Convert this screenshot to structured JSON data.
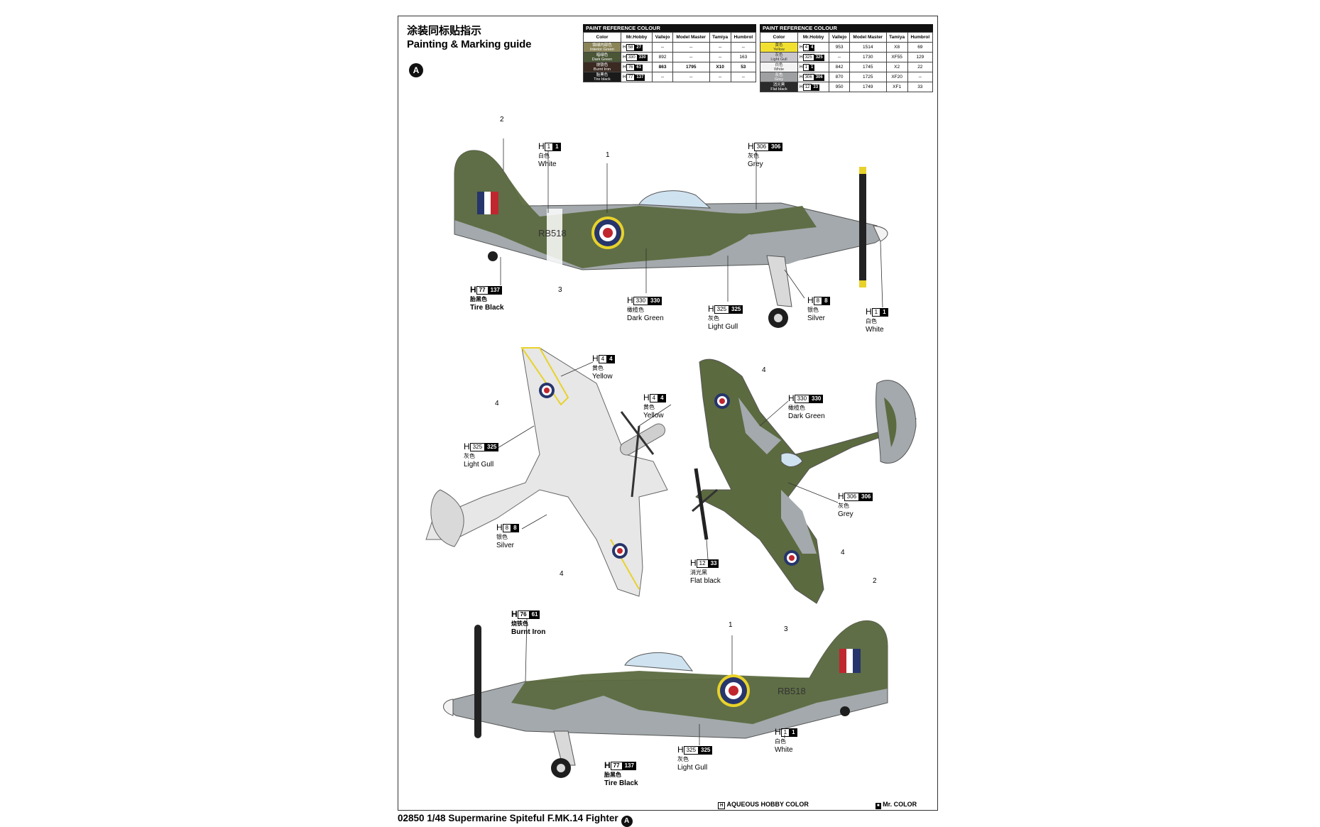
{
  "header": {
    "title_cn": "涂装同标贴指示",
    "title_en": "Painting & Marking guide",
    "scheme_badge": "A"
  },
  "paint_tables": [
    {
      "caption": "PAINT REFERENCE COLOUR",
      "columns": [
        "Color",
        "Mr.Hobby",
        "Vallejo",
        "Model Master",
        "Tamiya",
        "Humbrol"
      ],
      "rows": [
        {
          "swatch": "#8a8458",
          "cn": "铬绿内部色",
          "en": "Interior Green",
          "h1": "58",
          "h2": "27",
          "vallejo": "--",
          "mm": "--",
          "tamiya": "--",
          "humbrol": "--"
        },
        {
          "swatch": "#4a5636",
          "cn": "暗绿色",
          "en": "Dark Green",
          "h1": "330",
          "h2": "330",
          "vallejo": "892",
          "mm": "--",
          "tamiya": "--",
          "humbrol": "163"
        },
        {
          "swatch": "#3b2a22",
          "cn": "烧铁色",
          "en": "Burnt Iron",
          "h1": "76",
          "h2": "61",
          "vallejo": "863",
          "mm": "1795",
          "tamiya": "X10",
          "humbrol": "53"
        },
        {
          "swatch": "#1a1a1a",
          "cn": "胎黑色",
          "en": "Tire black",
          "h1": "77",
          "h2": "137",
          "vallejo": "--",
          "mm": "--",
          "tamiya": "--",
          "humbrol": "--"
        }
      ]
    },
    {
      "caption": "PAINT REFERENCE COLOUR",
      "columns": [
        "Color",
        "Mr.Hobby",
        "Vallejo",
        "Model Master",
        "Tamiya",
        "Humbrol"
      ],
      "rows": [
        {
          "swatch": "#f2e030",
          "cn": "黄色",
          "en": "Yellow",
          "h1": "4",
          "h2": "4",
          "vallejo": "953",
          "mm": "1514",
          "tamiya": "X8",
          "humbrol": "69"
        },
        {
          "swatch": "#c9c7cc",
          "cn": "灰色",
          "en": "Light Gull",
          "h1": "325",
          "h2": "325",
          "vallejo": "--",
          "mm": "1730",
          "tamiya": "XF55",
          "humbrol": "129"
        },
        {
          "swatch": "#f4f4f4",
          "cn": "白色",
          "en": "White",
          "h1": "1",
          "h2": "1",
          "vallejo": "842",
          "mm": "1745",
          "tamiya": "X2",
          "humbrol": "22"
        },
        {
          "swatch": "#9ea0a2",
          "cn": "灰色",
          "en": "Grey",
          "h1": "306",
          "h2": "306",
          "vallejo": "870",
          "mm": "1725",
          "tamiya": "XF20",
          "humbrol": "--"
        },
        {
          "swatch": "#2a2a2a",
          "cn": "消光黑",
          "en": "Flat black",
          "h1": "12",
          "h2": "33",
          "vallejo": "950",
          "mm": "1749",
          "tamiya": "XF1",
          "humbrol": "33"
        }
      ]
    }
  ],
  "callouts": {
    "c1": {
      "h1": "1",
      "h2": "1",
      "cn": "白色",
      "en": "White"
    },
    "c2": {
      "h1": "306",
      "h2": "306",
      "cn": "灰色",
      "en": "Grey"
    },
    "c3": {
      "h1": "77",
      "h2": "137",
      "cn": "胎黑色",
      "en": "Tire Black"
    },
    "c4": {
      "h1": "330",
      "h2": "330",
      "cn": "橄榄色",
      "en": "Dark Green"
    },
    "c5": {
      "h1": "325",
      "h2": "325",
      "cn": "灰色",
      "en": "Light Gull"
    },
    "c6": {
      "h1": "8",
      "h2": "8",
      "cn": "银色",
      "en": "Silver"
    },
    "c7": {
      "h1": "1",
      "h2": "1",
      "cn": "白色",
      "en": "White"
    },
    "c8": {
      "h1": "4",
      "h2": "4",
      "cn": "黄色",
      "en": "Yellow"
    },
    "c9": {
      "h1": "4",
      "h2": "4",
      "cn": "黄色",
      "en": "Yellow"
    },
    "c10": {
      "h1": "325",
      "h2": "325",
      "cn": "灰色",
      "en": "Light Gull"
    },
    "c11": {
      "h1": "8",
      "h2": "8",
      "cn": "银色",
      "en": "Silver"
    },
    "c12": {
      "h1": "330",
      "h2": "330",
      "cn": "橄榄色",
      "en": "Dark Green"
    },
    "c13": {
      "h1": "306",
      "h2": "306",
      "cn": "灰色",
      "en": "Grey"
    },
    "c14": {
      "h1": "12",
      "h2": "33",
      "cn": "消光黑",
      "en": "Flat black"
    },
    "c15": {
      "h1": "76",
      "h2": "61",
      "cn": "烧铁色",
      "en": "Burnt Iron"
    },
    "c16": {
      "h1": "77",
      "h2": "137",
      "cn": "胎黑色",
      "en": "Tire Black"
    },
    "c17": {
      "h1": "325",
      "h2": "325",
      "cn": "灰色",
      "en": "Light Gull"
    },
    "c18": {
      "h1": "1",
      "h2": "1",
      "cn": "白色",
      "en": "White"
    }
  },
  "marker_numbers": {
    "n1": "1",
    "n2": "2",
    "n3": "3",
    "n4": "4"
  },
  "serial": "RB518",
  "legend": {
    "h_label": "AQUEOUS HOBBY COLOR",
    "c_label": "Mr. COLOR"
  },
  "footer": {
    "title": "02850 1/48 Supermarine Spiteful F.MK.14 Fighter",
    "badge": "A"
  },
  "colors": {
    "dark_green": "#5c6a40",
    "grey": "#a3a9ac",
    "light_gull": "#d9d9d9",
    "silver": "#e7e7e7",
    "yellow": "#e8d22a",
    "roundel_blue": "#26356b",
    "roundel_red": "#c0262e",
    "tire_black": "#1e1e1e"
  }
}
